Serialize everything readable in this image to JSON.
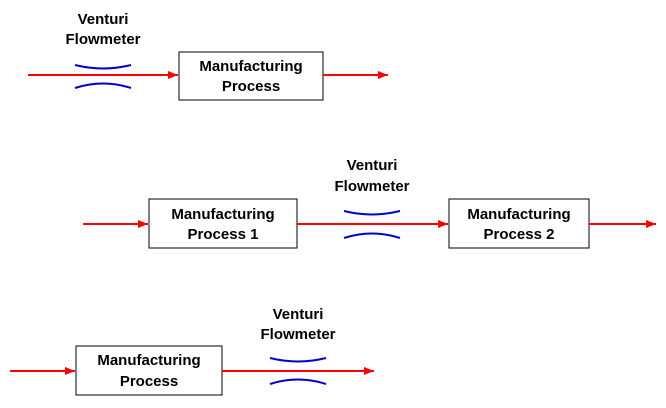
{
  "colors": {
    "flow_line": "#ff0000",
    "meter": "#0000cc",
    "box_border": "#000000",
    "background": "#ffffff"
  },
  "icons": [
    "venturi-icon",
    "flow-arrow"
  ],
  "diagrams": [
    {
      "meter_label": [
        "Venturi",
        "Flowmeter"
      ],
      "processes": [
        {
          "label": [
            "Manufacturing",
            "Process"
          ]
        }
      ]
    },
    {
      "meter_label": [
        "Venturi",
        "Flowmeter"
      ],
      "processes": [
        {
          "label": [
            "Manufacturing",
            "Process 1"
          ]
        },
        {
          "label": [
            "Manufacturing",
            "Process 2"
          ]
        }
      ]
    },
    {
      "meter_label": [
        "Venturi",
        "Flowmeter"
      ],
      "processes": [
        {
          "label": [
            "Manufacturing",
            "Process"
          ]
        }
      ]
    }
  ]
}
